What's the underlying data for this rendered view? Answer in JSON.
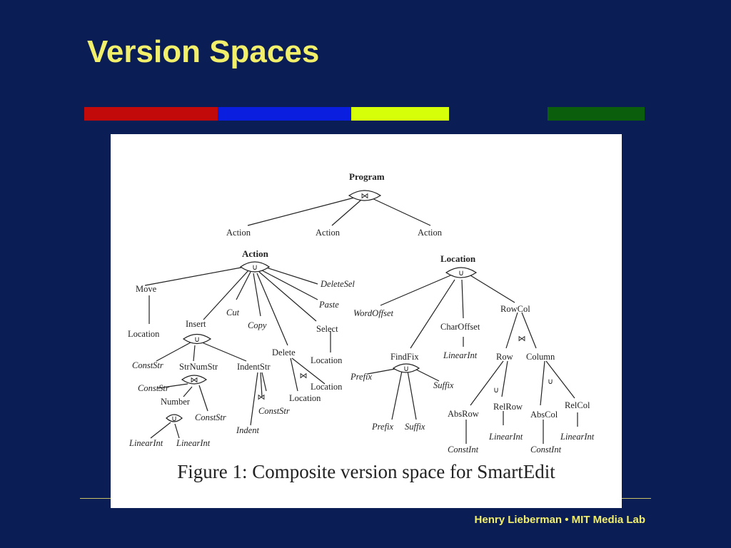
{
  "slide": {
    "title": "Version Spaces",
    "footer": "Henry Lieberman • MIT Media Lab",
    "bar_colors": [
      "#c30a0a",
      "#0a1ee0",
      "#d6ff0a",
      "#0b5e0b"
    ]
  },
  "figure": {
    "caption": "Figure 1: Composite version space for SmartEdit",
    "symbols": {
      "join": "⋈",
      "union": "∪"
    },
    "nodes": {
      "program": "Program",
      "action_1": "Action",
      "action_2": "Action",
      "action_3": "Action",
      "action_root": "Action",
      "move": "Move",
      "move_location": "Location",
      "insert": "Insert",
      "cut": "Cut",
      "copy": "Copy",
      "delete": "Delete",
      "select": "Select",
      "select_location": "Location",
      "paste": "Paste",
      "delete_sel": "DeleteSel",
      "const_str_a": "ConstStr",
      "str_num_str": "StrNumStr",
      "indent_str": "IndentStr",
      "const_str_b": "ConstStr",
      "number": "Number",
      "const_str_c": "ConstStr",
      "linear_int_a": "LinearInt",
      "linear_int_b": "LinearInt",
      "const_str_d": "ConstStr",
      "indent": "Indent",
      "delete_location_a": "Location",
      "delete_location_b": "Location",
      "location_root": "Location",
      "word_offset": "WordOffset",
      "char_offset": "CharOffset",
      "linear_int_c": "LinearInt",
      "row_col": "RowCol",
      "row": "Row",
      "column": "Column",
      "find_fix": "FindFix",
      "prefix_a": "Prefix",
      "prefix_b": "Prefix",
      "suffix_a": "Suffix",
      "suffix_b": "Suffix",
      "abs_row": "AbsRow",
      "const_int_a": "ConstInt",
      "rel_row": "RelRow",
      "linear_int_d": "LinearInt",
      "abs_col": "AbsCol",
      "const_int_b": "ConstInt",
      "rel_col": "RelCol",
      "linear_int_e": "LinearInt"
    }
  }
}
